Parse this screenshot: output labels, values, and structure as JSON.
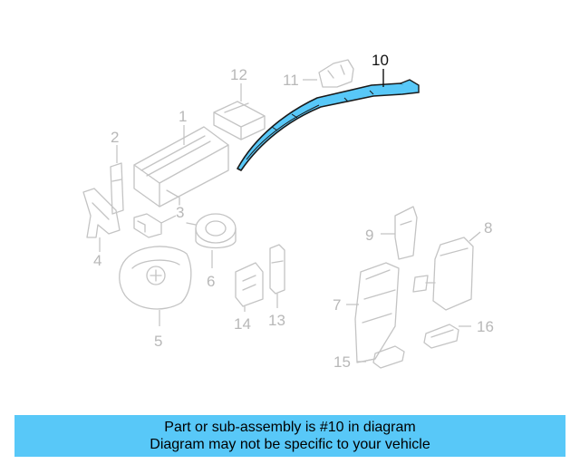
{
  "diagram": {
    "callouts": [
      "1",
      "2",
      "3",
      "4",
      "5",
      "6",
      "7",
      "8",
      "9",
      "10",
      "11",
      "12",
      "13",
      "14",
      "15",
      "16"
    ],
    "highlighted_part": "10",
    "highlight_color": "#58c8f8"
  },
  "banner": {
    "line1": "Part or sub-assembly is #10 in diagram",
    "line2": "Diagram may not be specific to your vehicle",
    "background": "#58c8f8"
  }
}
